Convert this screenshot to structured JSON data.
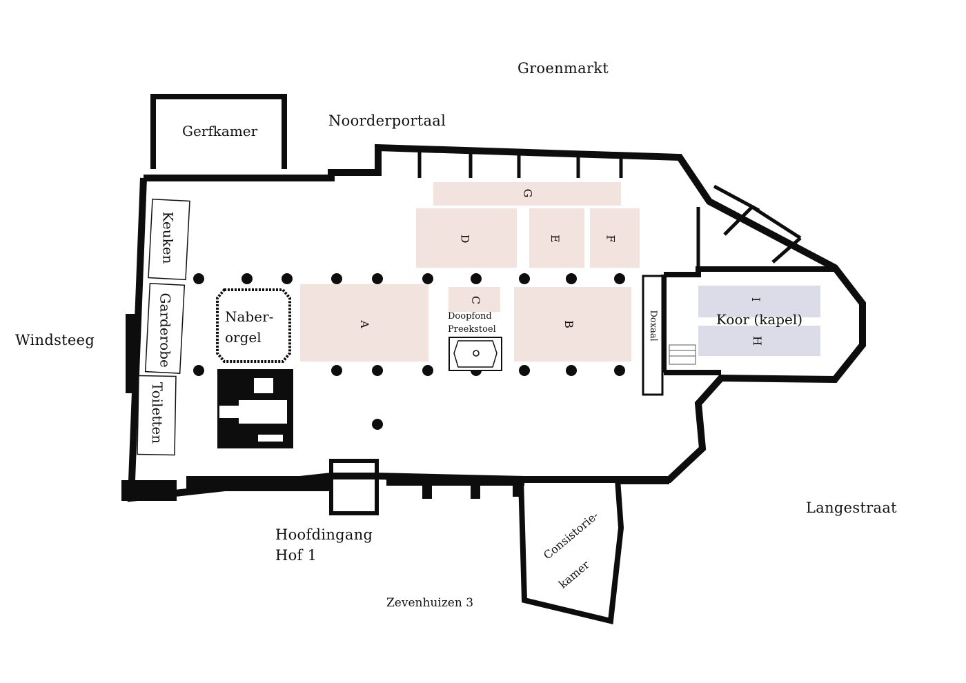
{
  "streets": {
    "north": "Groenmarkt",
    "west": "Windsteeg",
    "east": "Langestraat",
    "south": "Zevenhuizen 3"
  },
  "entrances": {
    "north_portal": "Noorderportaal",
    "main_entrance_line1": "Hoofdingang",
    "main_entrance_line2": "Hof 1"
  },
  "rooms": {
    "gerfkamer": "Gerfkamer",
    "keuken": "Keuken",
    "garderobe": "Garderobe",
    "toiletten": "Toiletten",
    "organ_line1": "Naber-",
    "organ_line2": "orgel",
    "font": "Doopfond",
    "pulpit": "Preekstoel",
    "doxaal": "Doxaal",
    "choir": "Koor (kapel)",
    "consistory_line1": "Consistorie-",
    "consistory_line2": "kamer"
  },
  "seating_sections": {
    "nave": [
      "A",
      "B",
      "C",
      "D",
      "E",
      "F",
      "G"
    ],
    "choir": [
      "H",
      "I"
    ]
  },
  "colors": {
    "wall": "#0d0d0d",
    "nave_section_fill": "#f3e3df",
    "choir_section_fill": "#dcdce8",
    "background": "#ffffff"
  }
}
